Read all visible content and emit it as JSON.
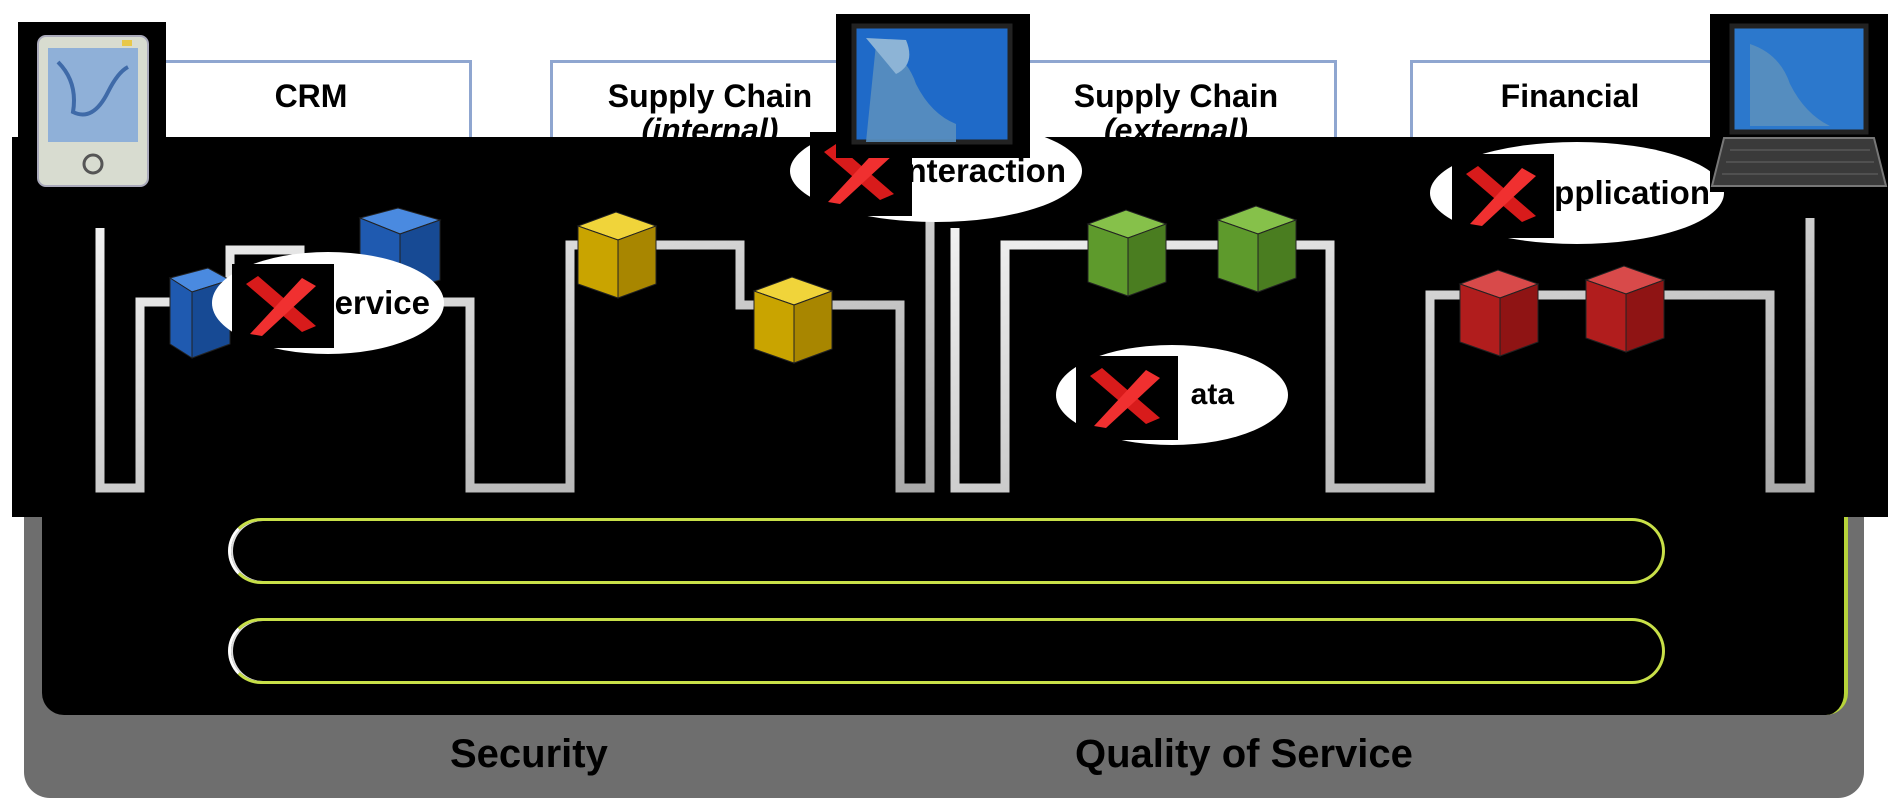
{
  "headers": {
    "crm": {
      "title": "CRM"
    },
    "supply_internal": {
      "title": "Supply Chain",
      "sub": "(internal)"
    },
    "supply_external": {
      "title": "Supply Chain",
      "sub": "(external)"
    },
    "financial": {
      "title": "Financial"
    }
  },
  "bubbles": {
    "service": "ervice",
    "interaction": "nteraction",
    "application": "pplication",
    "data": "ata"
  },
  "bottom": {
    "security": "Security",
    "qos": "Quality of Service"
  },
  "colors": {
    "header_border": "#8fa6d0",
    "cube_blue": "#1a63c4",
    "cube_yellow": "#d4b200",
    "cube_green": "#5e9a2c",
    "cube_red": "#b11d1d",
    "accent_green": "#c8e048",
    "x_red": "#d81b1b",
    "panel_gray": "#6e6e6e"
  },
  "icons": [
    "pda-icon",
    "monitor-icon",
    "laptop-icon",
    "x-mark-icon",
    "cube-icon"
  ]
}
